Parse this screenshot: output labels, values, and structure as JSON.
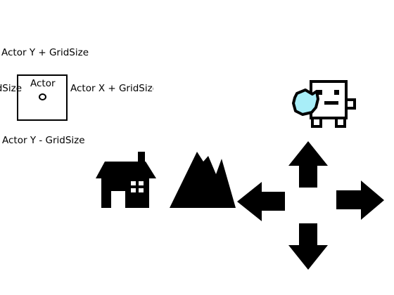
{
  "labels": {
    "actor_y_plus": "Actor Y + GridSize",
    "actor_x_plus": "Actor X + GridSize",
    "actor_x_minus": "Actor X - GridSize",
    "actor_y_minus": "Actor Y - GridSize",
    "actor": "Actor"
  },
  "sprites": [
    {
      "name": "house",
      "icon": "house-icon"
    },
    {
      "name": "mountain",
      "icon": "mountain-icon"
    },
    {
      "name": "robot-player",
      "icon": "robot-icon"
    },
    {
      "name": "shield",
      "icon": "shield-icon"
    },
    {
      "name": "arrow-up",
      "icon": "arrow-up-icon"
    },
    {
      "name": "arrow-down",
      "icon": "arrow-down-icon"
    },
    {
      "name": "arrow-left",
      "icon": "arrow-left-icon"
    },
    {
      "name": "arrow-right",
      "icon": "arrow-right-icon"
    }
  ],
  "colors": {
    "shield_fill": "#a8eef8",
    "ink": "#000000",
    "background": "#ffffff"
  }
}
